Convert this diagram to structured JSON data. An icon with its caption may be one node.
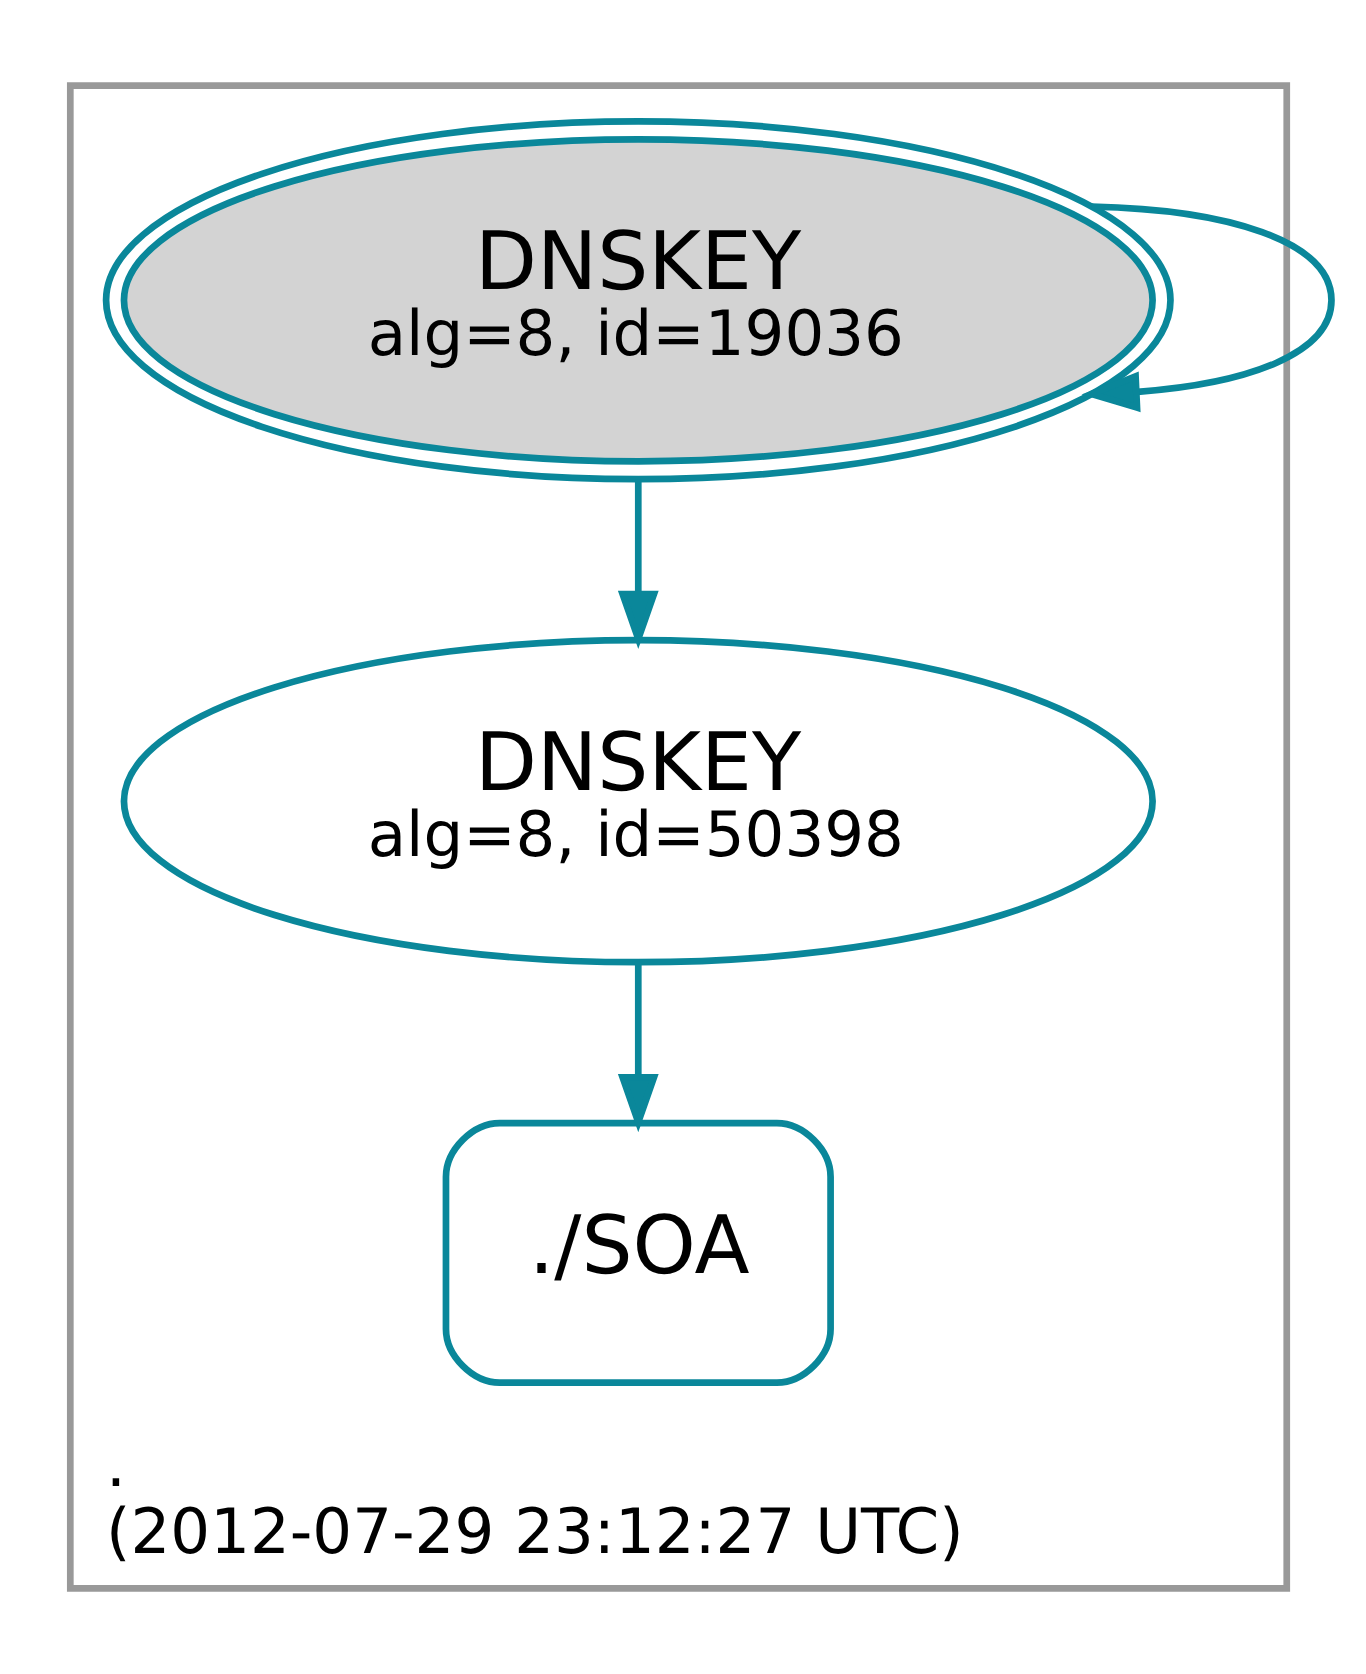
{
  "diagram": {
    "nodes": [
      {
        "text": [
          ".",
          "(2012-07-29 23:12:27 UTC)"
        ]
      },
      {
        "text": [
          "DNSKEY",
          "alg=8, id=19036"
        ],
        "in": 0
      },
      {
        "text": [
          "DNSKEY",
          "alg=8, id=50398"
        ],
        "in": 0
      },
      {
        "text": [
          "./SOA"
        ],
        "in": 0
      }
    ],
    "edges": [
      {
        "from": 1,
        "to": 1,
        "arrow": "to"
      },
      {
        "from": 1,
        "to": 2,
        "arrow": "to"
      },
      {
        "from": 2,
        "to": 3,
        "arrow": "to"
      }
    ]
  }
}
